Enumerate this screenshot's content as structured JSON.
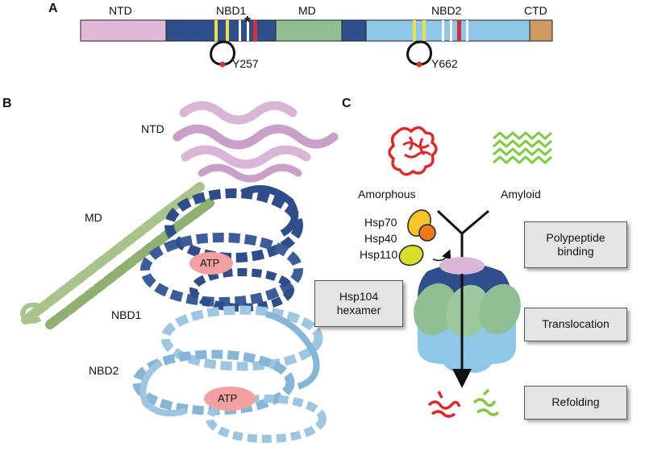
{
  "panels": {
    "a": "A",
    "b": "B",
    "c": "C"
  },
  "domain_bar": {
    "labels": {
      "ntd": "NTD",
      "nbd1": "NBD1",
      "md": "MD",
      "nbd2": "NBD2",
      "ctd": "CTD"
    },
    "tyrosines": {
      "first": "Y257",
      "second": "Y662"
    },
    "mark": "*",
    "colors": {
      "ntd": "#e0b8d8",
      "nbd1": "#2e4e8c",
      "md": "#8fbf92",
      "nbd2": "#8ec7e8",
      "ctd": "#cf9a62",
      "walker_a": "#e9e04a",
      "walker_b": "#d22f3a",
      "loop_tip": "#e03030"
    }
  },
  "structure": {
    "labels": {
      "ntd": "NTD",
      "md": "MD",
      "nbd1": "NBD1",
      "nbd2": "NBD2"
    },
    "ligand_1": "ATP",
    "ligand_2": "ATP",
    "colors": {
      "ntd": "#d9b6d6",
      "md": "#a8c48a",
      "nbd1": "#2f4d8a",
      "nbd2": "#9cc6e2",
      "atp": "#f2a0a0"
    }
  },
  "mechanism": {
    "substrates": {
      "amorphous": "Amorphous",
      "amyloid": "Amyloid"
    },
    "chaperones": {
      "hsp70": "Hsp70",
      "hsp40": "Hsp40",
      "hsp110": "Hsp110"
    },
    "hexamer_box": {
      "line1": "Hsp104",
      "line2": "hexamer"
    },
    "step_boxes": {
      "binding_line1": "Polypeptide",
      "binding_line2": "binding",
      "translocation": "Translocation",
      "refolding": "Refolding"
    },
    "colors": {
      "amorphous": "#e02828",
      "amyloid": "#7ccc3c",
      "hsp70": "#f7c42c",
      "hsp40": "#ee7a1c",
      "hsp110": "#d6df2a"
    }
  }
}
